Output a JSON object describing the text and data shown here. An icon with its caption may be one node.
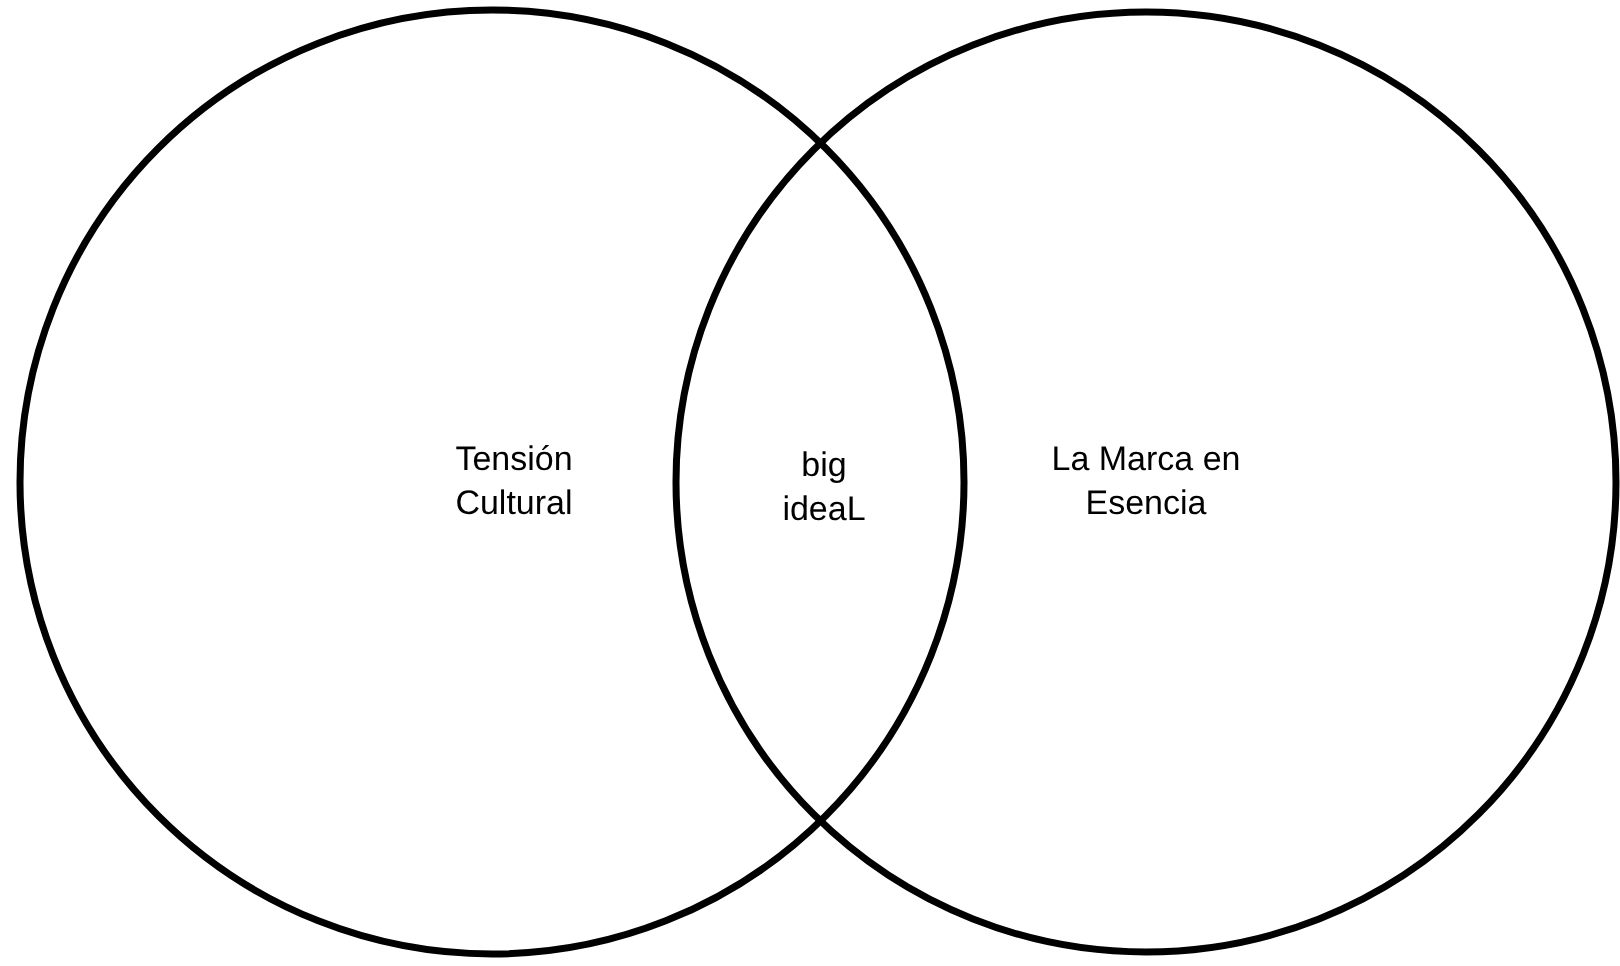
{
  "diagram": {
    "nodes": [
      {
        "text": [
          "Tensión Cultural"
        ]
      },
      {
        "text": [
          "La Marca en Esencia"
        ]
      }
    ],
    "labels": [
      "big ideaL"
    ]
  }
}
